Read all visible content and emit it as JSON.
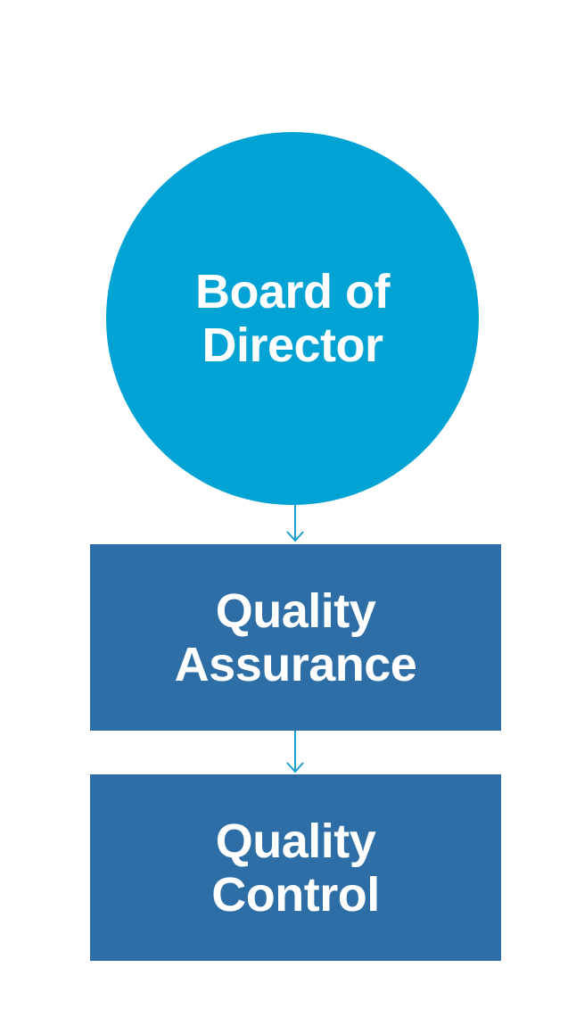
{
  "colors": {
    "circle": "#00a3d3",
    "box": "#2e6ea6",
    "arrow": "#1a9fd0",
    "text": "#ffffff"
  },
  "nodes": {
    "board": {
      "line1": "Board of",
      "line2": "Director"
    },
    "qa": {
      "line1": "Quality",
      "line2": "Assurance"
    },
    "qc": {
      "line1": "Quality",
      "line2": "Control"
    }
  }
}
